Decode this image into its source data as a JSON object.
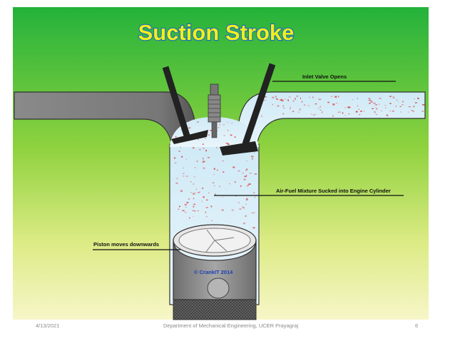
{
  "slide": {
    "title": "Suction Stroke",
    "labels": {
      "inlet_valve": "Inlet Valve Opens",
      "mixture": "Air-Fuel Mixture Sucked into Engine Cylinder",
      "piston": "Piston moves downwards",
      "copyright": "© CrankIT 2014"
    },
    "colors": {
      "background_top": "#26b63c",
      "background_bottom": "#f7f6c6",
      "title_fill": "#f2ee1b",
      "title_outline": "#1a6bc1",
      "pipe": "#8d8d8d",
      "particles": "#d8383a",
      "mixture": "#b9e0f1"
    }
  },
  "footer": {
    "date": "4/13/2021",
    "department": "Department of Mechanical Engineering, UCER Prayagraj",
    "page": "6"
  }
}
